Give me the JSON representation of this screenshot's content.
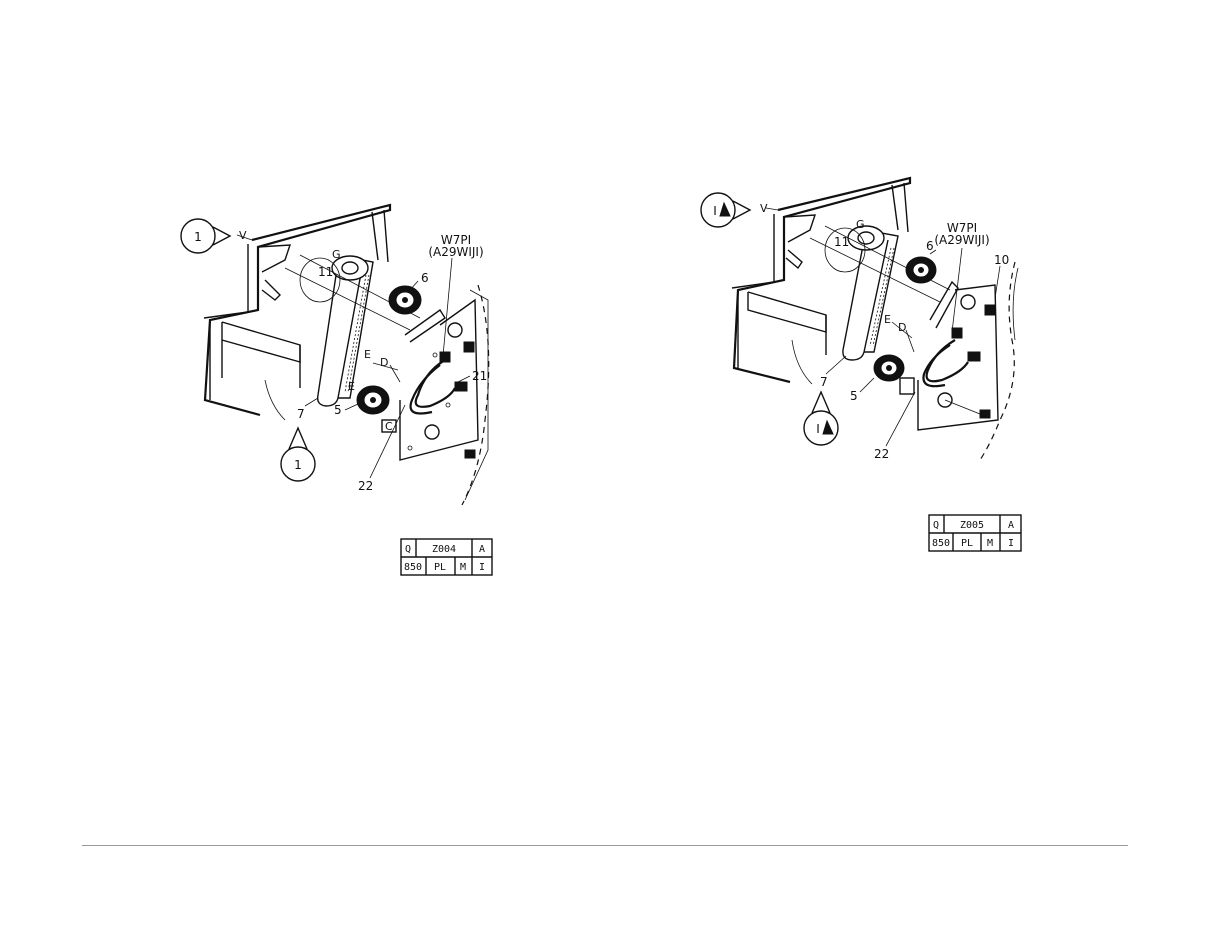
{
  "left_figure": {
    "callouts": {
      "ref_top": "1",
      "v_label": "V",
      "ref_bottom": "1",
      "part_11": "11",
      "part_6": "6",
      "part_7": "7",
      "part_5": "5",
      "part_21": "21",
      "part_22": "22",
      "letter_e_upper": "E",
      "letter_d": "D",
      "letter_e_lower": "E",
      "letter_g": "G",
      "letter_c": "C",
      "connector_name": "W7PI",
      "connector_code": "(A29WIJI)"
    },
    "id_table": {
      "row1": [
        "Q",
        "Z004",
        "A"
      ],
      "row2": [
        "850",
        "PL",
        "M",
        "I"
      ]
    }
  },
  "right_figure": {
    "callouts": {
      "ref_top": "I",
      "v_label": "V",
      "ref_bottom": "I",
      "part_11": "11",
      "part_6": "6",
      "part_10": "10",
      "part_7": "7",
      "part_5": "5",
      "part_22": "22",
      "letter_e": "E",
      "letter_d": "D",
      "letter_g": "G",
      "connector_name": "W7PI",
      "connector_code": "(A29WIJI)"
    },
    "id_table": {
      "row1": [
        "Q",
        "Z005",
        "A"
      ],
      "row2": [
        "850",
        "PL",
        "M",
        "I"
      ]
    }
  }
}
